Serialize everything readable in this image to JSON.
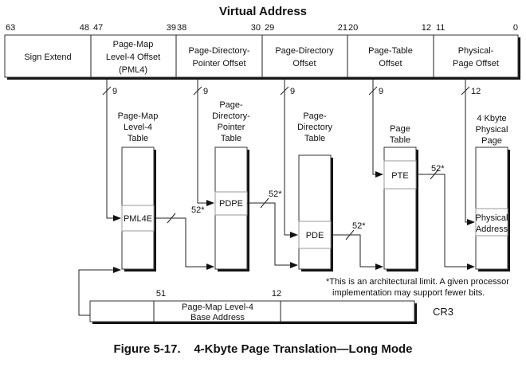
{
  "title": "Virtual Address",
  "bit_labels": [
    "63",
    "48",
    "47",
    "39",
    "38",
    "30",
    "29",
    "21",
    "20",
    "12",
    "11",
    "0"
  ],
  "fields": [
    {
      "lines": [
        "Sign Extend"
      ]
    },
    {
      "lines": [
        "Page-Map",
        "Level-4 Offset",
        "(PML4)"
      ]
    },
    {
      "lines": [
        "Page-Directory-",
        "Pointer Offset"
      ]
    },
    {
      "lines": [
        "Page-Directory",
        "Offset"
      ]
    },
    {
      "lines": [
        "Page-Table",
        "Offset"
      ]
    },
    {
      "lines": [
        "Physical-",
        "Page Offset"
      ]
    }
  ],
  "widths": [
    "9",
    "9",
    "9",
    "9",
    "12"
  ],
  "tables": [
    {
      "label": [
        "Page-Map",
        "Level-4",
        "Table"
      ],
      "entry": [
        "PML4E"
      ]
    },
    {
      "label": [
        "Page-",
        "Directory-",
        "Pointer",
        "Table"
      ],
      "entry": [
        "PDPE"
      ]
    },
    {
      "label": [
        "Page-",
        "Directory",
        "Table"
      ],
      "entry": [
        "PDE"
      ]
    },
    {
      "label": [
        "Page",
        "Table"
      ],
      "entry": [
        "PTE"
      ]
    },
    {
      "label": [
        "4 Kbyte",
        "Physical",
        "Page"
      ],
      "entry": [
        "Physical",
        "Address"
      ]
    }
  ],
  "entry_width": "52*",
  "footnote": [
    "*This is an architectural limit. A given processor",
    "implementation may support fewer bits."
  ],
  "cr3": {
    "name": "CR3",
    "hi_bit": "51",
    "lo_bit": "12",
    "field": [
      "Page-Map Level-4",
      "Base Address"
    ]
  },
  "caption": "Figure 5-17.    4-Kbyte Page Translation—Long Mode"
}
